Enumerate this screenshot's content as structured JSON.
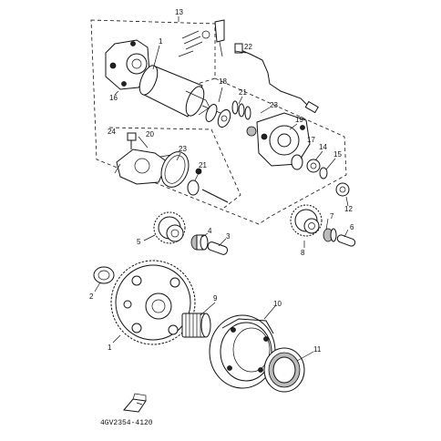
{
  "diagram": {
    "callouts": [
      "13",
      "22",
      "1",
      "16",
      "18",
      "21",
      "23",
      "19",
      "24",
      "20",
      "23",
      "21",
      "17",
      "14",
      "15",
      "12",
      "5",
      "4",
      "3",
      "8",
      "7",
      "6",
      "2",
      "9",
      "10",
      "1",
      "11"
    ],
    "drawing_code": "4GV2354-4120"
  }
}
